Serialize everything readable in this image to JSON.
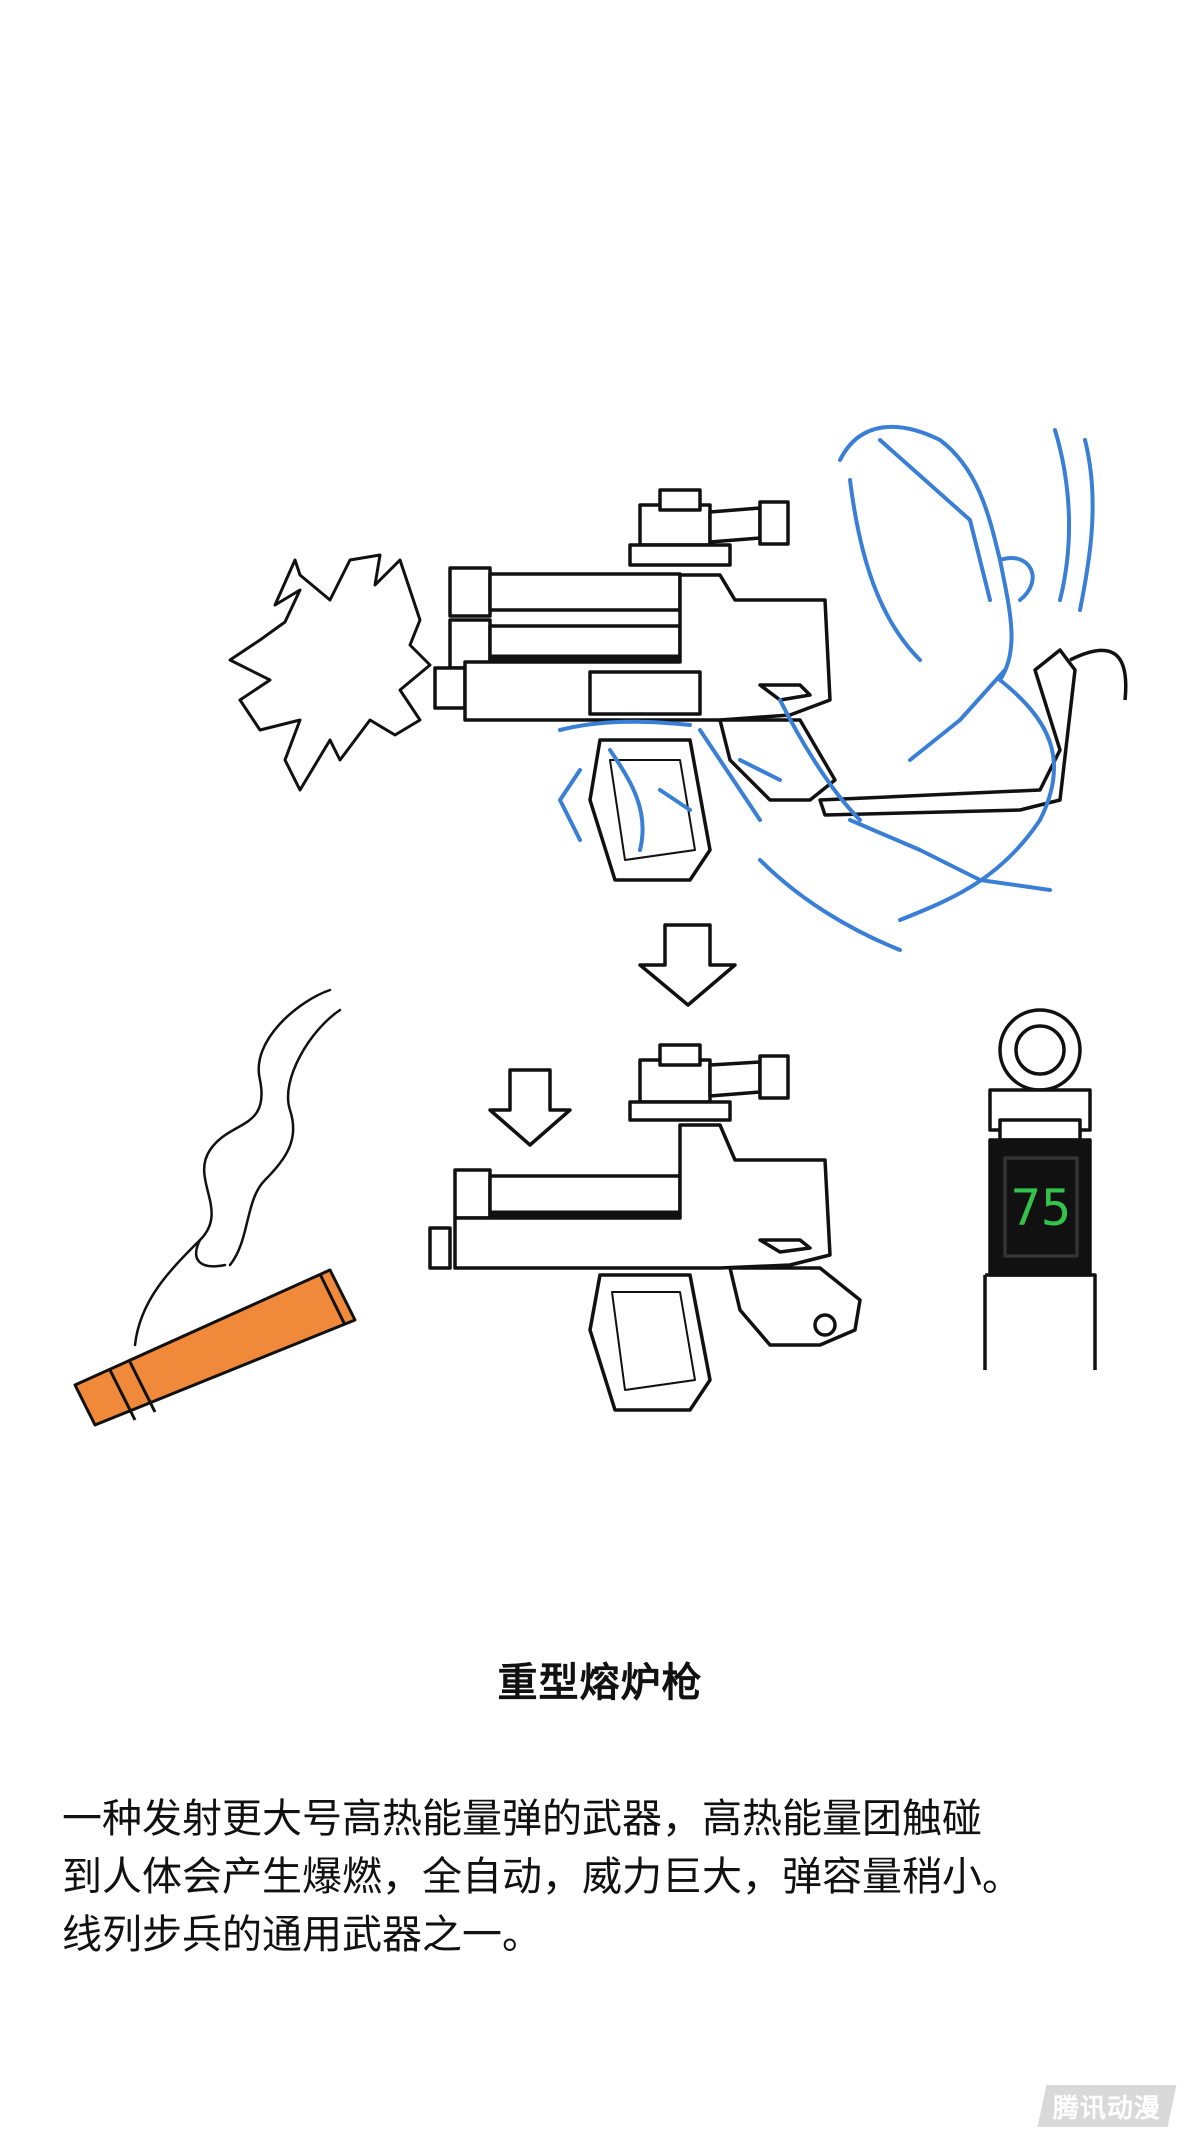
{
  "title": "重型熔炉枪",
  "description": [
    "一种发射更大号高热能量弹的武器，高热能量团触碰",
    "到人体会产生爆燃，全自动，威力巨大，弹容量稍小。",
    "线列步兵的通用武器之一。"
  ],
  "device_display_value": "75",
  "watermark": "腾讯动漫",
  "colors": {
    "sketch_blue": "#3a7fd6",
    "cigarette_orange": "#f08a3a",
    "display_green": "#34c34a",
    "ink": "#111111"
  }
}
